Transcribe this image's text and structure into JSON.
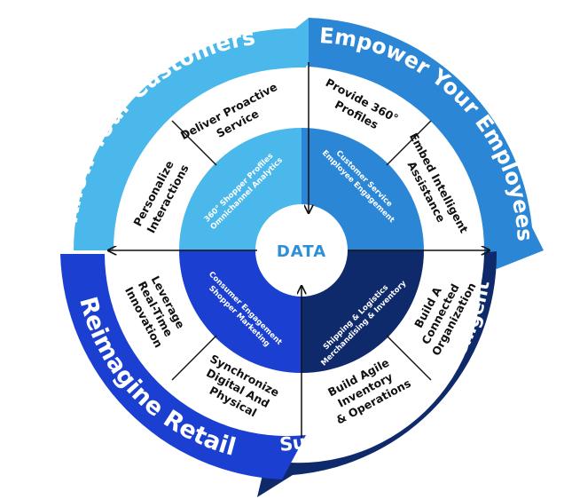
{
  "center": {
    "label": "DATA"
  },
  "quadrants": [
    {
      "title": "Know Your Customers",
      "color": "#4ab8ea",
      "outer_items": [
        "Deliver Proactive",
        "Service"
      ],
      "outer_items_2": [
        "Personalize",
        "Interactions"
      ],
      "inner": [
        "360° Shopper Profiles",
        "Omnichannel Analytics"
      ]
    },
    {
      "title": "Empower Your Employees",
      "color": "#2b86d6",
      "outer_items": [
        "Provide 360°",
        "Profiles"
      ],
      "outer_items_2": [
        "Embed Intelligent",
        "Assistance"
      ],
      "inner": [
        "Customer Service",
        "Employee Engagement"
      ]
    },
    {
      "title_1": "Enable An Intelligent",
      "title_2": "Supply Chain",
      "color": "#0f2a6b",
      "outer_items": [
        "Build A",
        "Connected",
        "Organization"
      ],
      "outer_items_2": [
        "Build Agile",
        "Inventory",
        "& Operations"
      ],
      "inner": [
        "Shipping & Logistics",
        "Merchandising & Inventory"
      ]
    },
    {
      "title": "Reimagine Retail",
      "color": "#1a3fd1",
      "outer_items": [
        "Synchronize",
        "Digital And",
        "Physical"
      ],
      "outer_items_2": [
        "Leverage",
        "Real-Time",
        "Innovation"
      ],
      "inner": [
        "Consumer Engagement",
        "Shopper Marketing"
      ]
    }
  ]
}
